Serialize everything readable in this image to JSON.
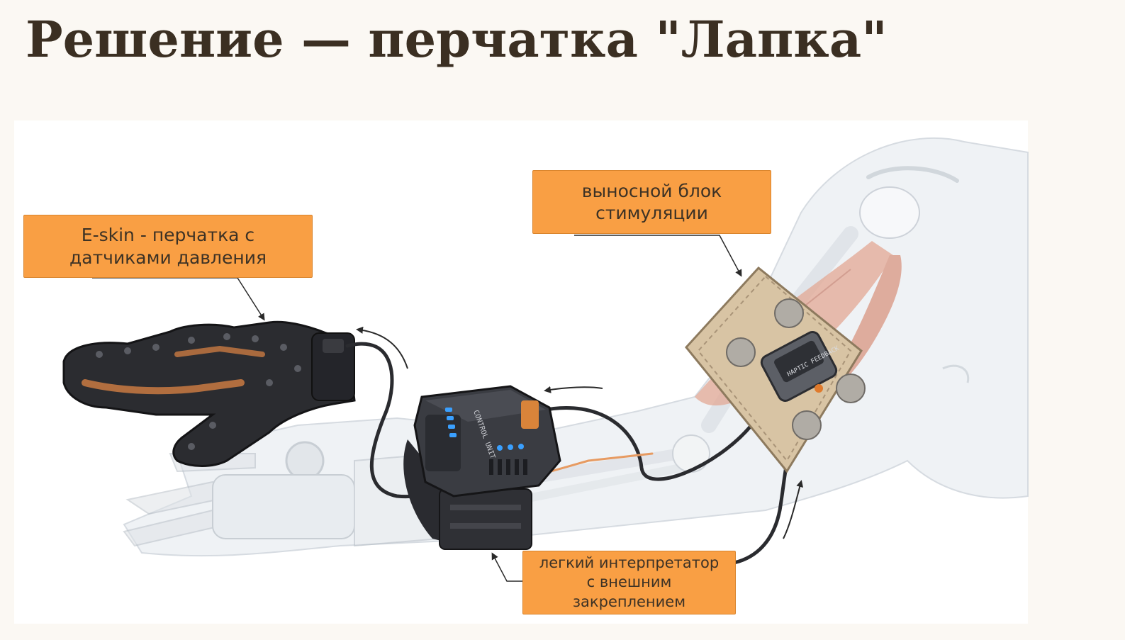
{
  "title": "Решение — перчатка \"Лапка\"",
  "callouts": {
    "glove": "E-skin - перчатка с\nдатчиками давления",
    "stim_block": "выносной блок\nстимуляции",
    "interpreter": "легкий интерпретатор\nс внешним\nзакреплением"
  },
  "device_labels": {
    "control_unit": "CONTROL UNIT",
    "haptic": "HAPTIC FEEDBACK"
  },
  "colors": {
    "callout_bg": "#f99f44",
    "title_text": "#3b2f22",
    "glove": "#2b2c30",
    "cuff": "#d8c4a4"
  }
}
